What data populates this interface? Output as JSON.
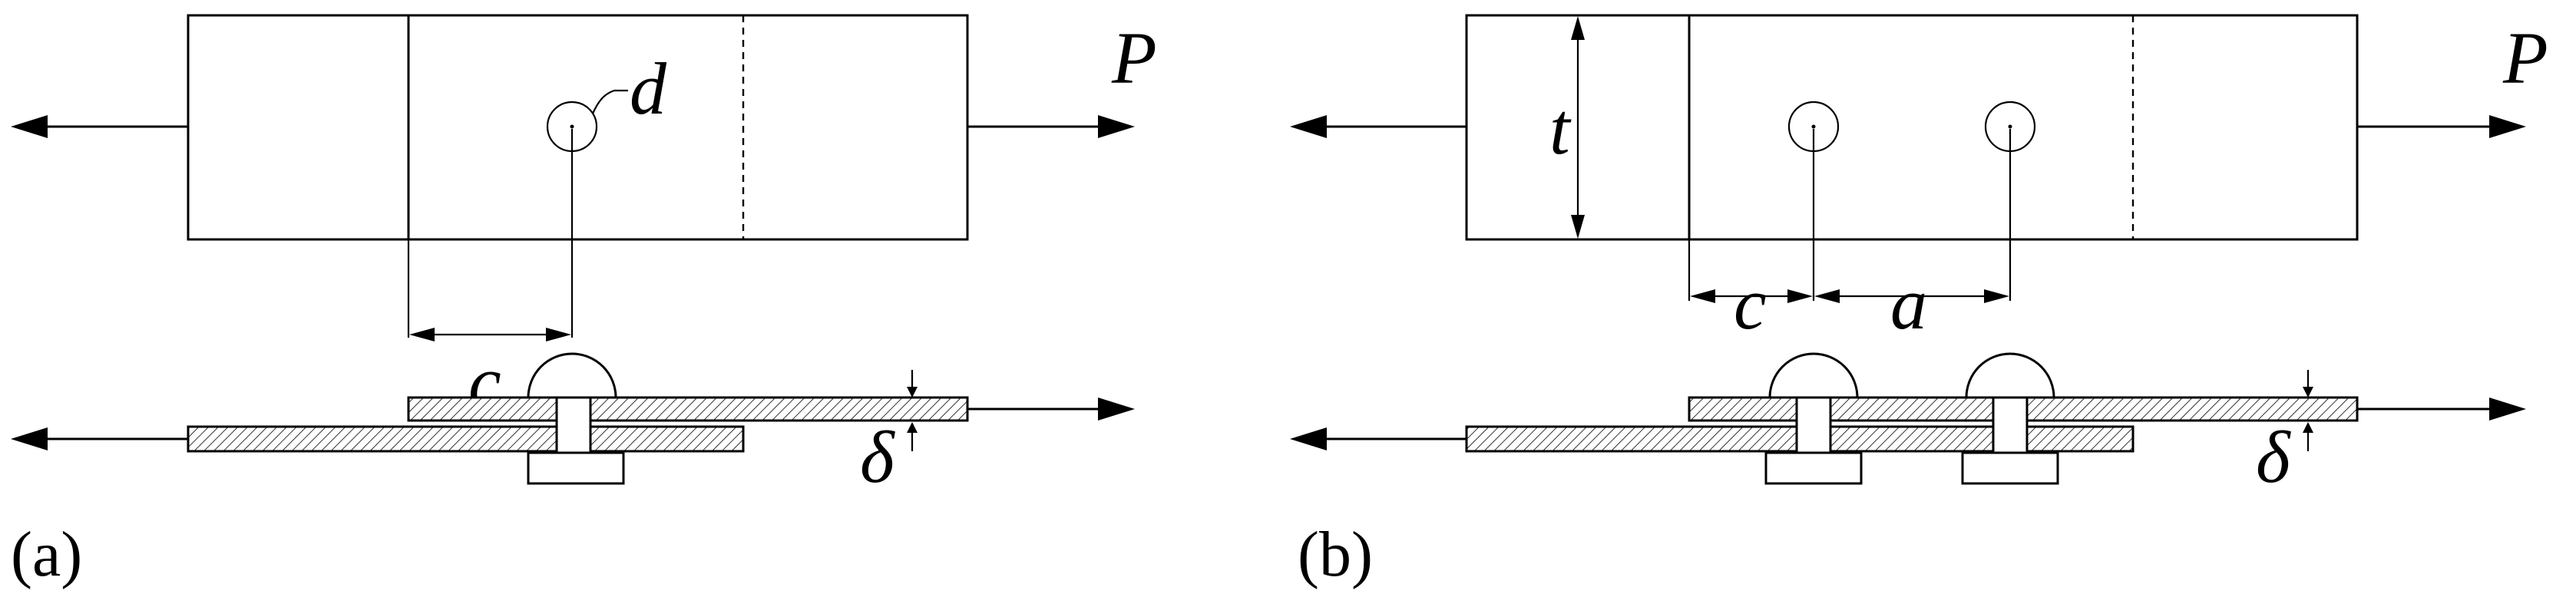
{
  "panel_a": {
    "caption": "(a)",
    "load_label": "P",
    "diameter_label": "d",
    "edge_distance_label": "c",
    "thickness_label": "δ"
  },
  "panel_b": {
    "caption": "(b)",
    "load_label": "P",
    "width_label": "t",
    "edge_distance_label": "c",
    "spacing_label": "a",
    "thickness_label": "δ"
  }
}
